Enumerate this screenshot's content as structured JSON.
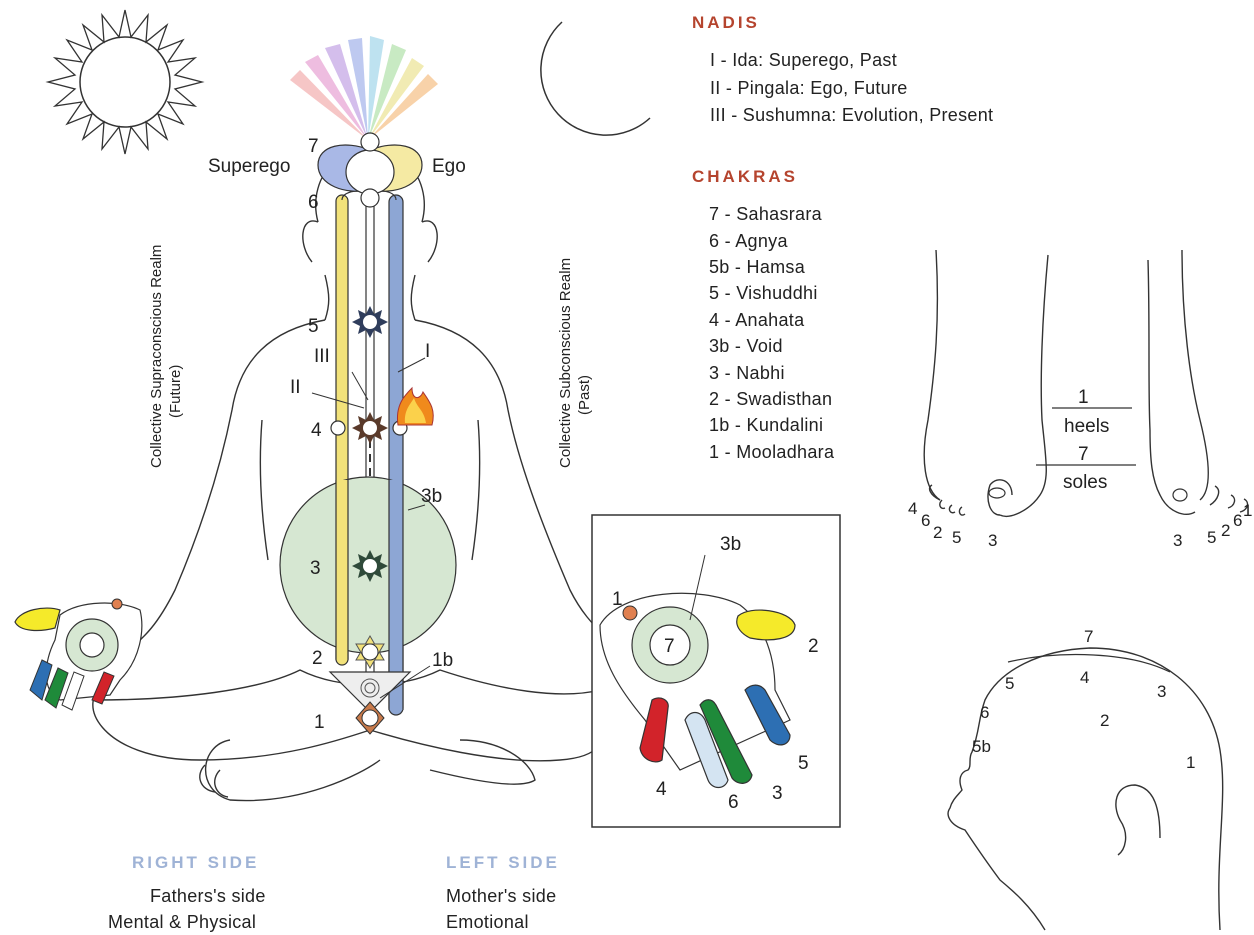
{
  "nadis": {
    "heading": "NADIS",
    "items": [
      "I - Ida: Superego, Past",
      "II - Pingala: Ego, Future",
      "III - Sushumna: Evolution, Present"
    ]
  },
  "chakras": {
    "heading": "CHAKRAS",
    "items": [
      "7 - Sahasrara",
      "6 - Agnya",
      "5b - Hamsa",
      "5 - Vishuddhi",
      "4 - Anahata",
      "3b - Void",
      "3 - Nabhi",
      "2 - Swadisthan",
      "1b - Kundalini",
      "1 - Mooladhara"
    ]
  },
  "body_labels": {
    "superego": "Superego",
    "ego": "Ego",
    "c7": "7",
    "c6": "6",
    "c5": "5",
    "c4": "4",
    "c3": "3",
    "c3b": "3b",
    "c2": "2",
    "c1b": "1b",
    "c1": "1",
    "n1": "I",
    "n2": "II",
    "n3": "III"
  },
  "realms": {
    "left_line1": "Collective Supraconscious Realm",
    "left_line2": "(Future)",
    "right_line1": "Collective Subconscious Realm",
    "right_line2": "(Past)"
  },
  "right_side": {
    "heading": "RIGHT SIDE",
    "line1": "Fathers's side",
    "line2": "Mental & Physical"
  },
  "left_side": {
    "heading": "LEFT SIDE",
    "line1": "Mother's side",
    "line2": "Emotional"
  },
  "hand_inset": {
    "center": "7",
    "void": "3b",
    "n1": "1",
    "n2": "2",
    "n3": "3",
    "n4": "4",
    "n5": "5",
    "n6": "6"
  },
  "feet": {
    "heels_num": "1",
    "heels": "heels",
    "soles_num": "7",
    "soles": "soles",
    "left_toes": [
      "4",
      "6",
      "2",
      "5",
      "3"
    ],
    "right_toes": [
      "3",
      "5",
      "2",
      "6",
      "1"
    ]
  },
  "head": {
    "n7": "7",
    "n5": "5",
    "n4": "4",
    "n3": "3",
    "n6": "6",
    "n2": "2",
    "n5b": "5b",
    "n1": "1"
  },
  "colors": {
    "heading_red": "#b5442e",
    "heading_blue": "#9fb3d6",
    "ida_blue": "#7f98c9",
    "pingala_yellow": "#f2e27a",
    "void_green": "#d6e7d2",
    "fire_orange": "#f08a1c"
  }
}
